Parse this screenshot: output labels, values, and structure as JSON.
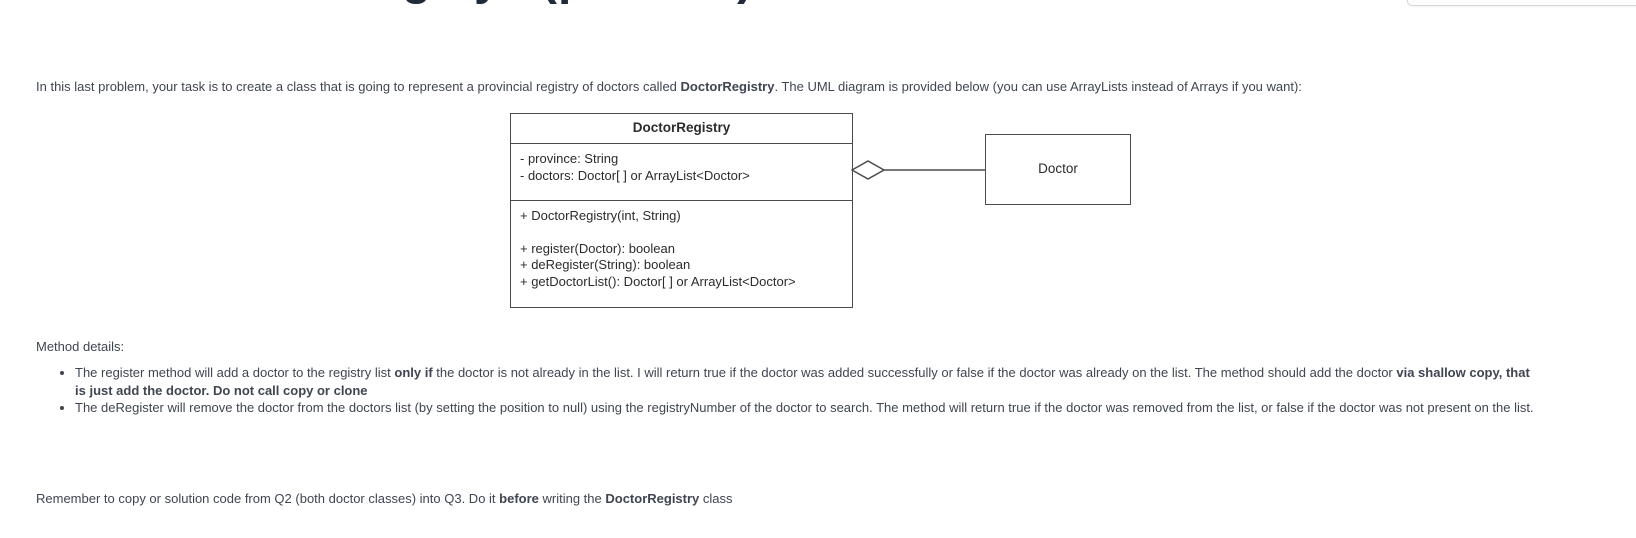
{
  "colors": {
    "body_text": "#3f4551",
    "uml_line": "#4b4b4b",
    "uml_text": "#2b2b2b",
    "heading_fragment": "#202a3a",
    "cutoff_button_border": "#d7d7d7"
  },
  "clipped_heading": {
    "glyphs": [
      "g",
      "y",
      "(",
      "p",
      ")"
    ]
  },
  "intro": {
    "s1": "In this last problem, your task is to create a class that is going to represent a provincial registry of doctors called ",
    "s2_bold": "DoctorRegistry",
    "s3": ". The UML diagram is provided below (you can use ArrayLists instead of Arrays if you want):"
  },
  "uml": {
    "relationship": "aggregation",
    "registry": {
      "title": "DoctorRegistry",
      "attributes": [
        "- province: String",
        "- doctors: Doctor[ ] or ArrayList<Doctor>"
      ],
      "constructor": "+ DoctorRegistry(int, String)",
      "methods": [
        "+ register(Doctor): boolean",
        "+ deRegister(String): boolean",
        "+ getDoctorList(): Doctor[ ] or ArrayList<Doctor>"
      ]
    },
    "doctor": {
      "title": "Doctor"
    }
  },
  "details": {
    "heading": "Method details:",
    "bullet1": {
      "s1": "The register method will add a doctor to the registry list ",
      "s2_bold": "only if",
      "s3": " the doctor is not already in the list. I will return true if the doctor was added successfully or false if the doctor was already on the list. The method should add the doctor ",
      "s4_bold": "via shallow copy, that is just add the doctor. Do not call copy or clone"
    },
    "bullet2": "The deRegister will remove the doctor from the doctors list (by setting the position to null) using the registryNumber of the doctor to search. The method will return true if the doctor was removed from the list, or false if the doctor was not present on the list."
  },
  "footer": {
    "s1": "Remember to copy or solution code from Q2 (both doctor classes) into Q3. Do it ",
    "s2_bold": "before",
    "s3": " writing the ",
    "s4_bold": "DoctorRegistry",
    "s5": " class"
  }
}
